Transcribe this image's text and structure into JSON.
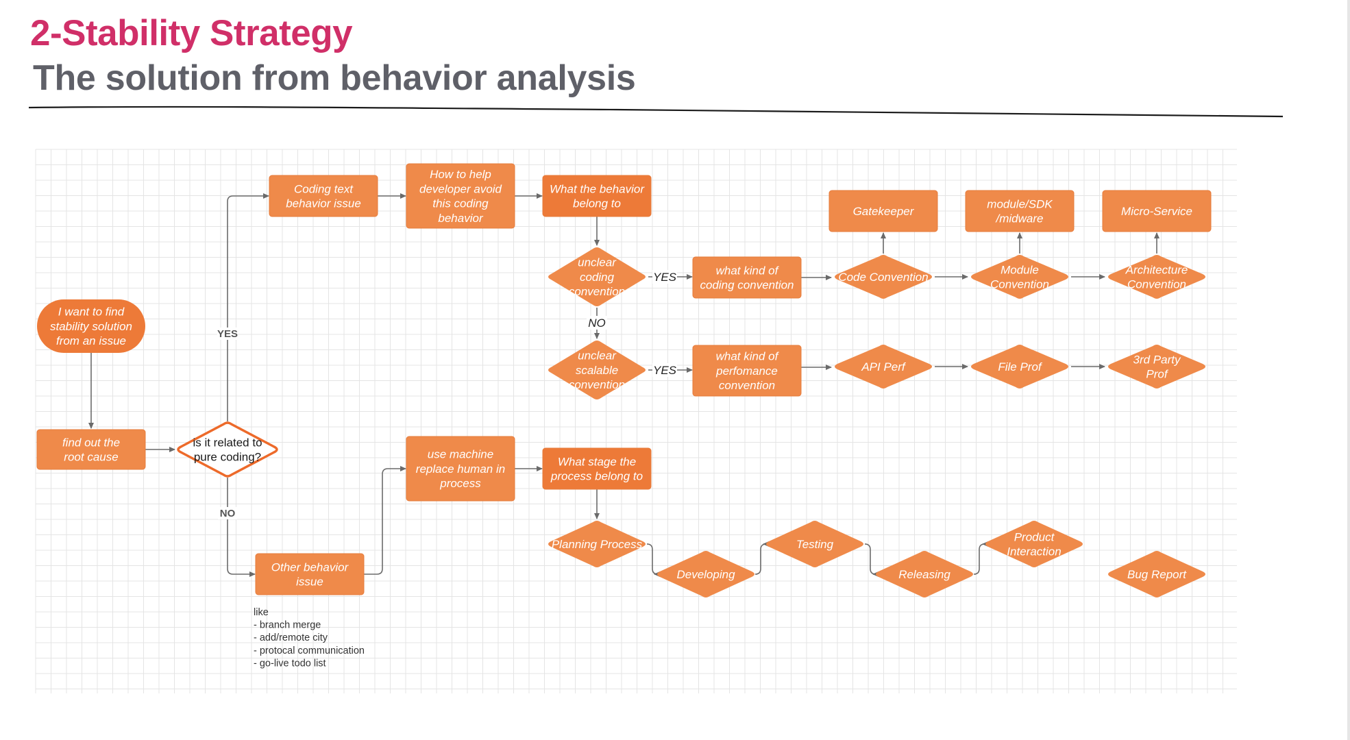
{
  "header": {
    "title": "2-Stability Strategy",
    "subtitle": "The solution from behavior analysis"
  },
  "colors": {
    "title": "#d02f68",
    "subtitle": "#5f6068",
    "node_fill": "#ef8a4a",
    "node_fill_dark": "#ed7a38",
    "start_node": "#ed7a38",
    "decision_outline": "#ed6a2a",
    "grid": "#e4e4e4",
    "connector": "#6a6a6a"
  },
  "diagram": {
    "nodes": {
      "start": [
        "I want to find",
        "stability solution",
        "from an issue"
      ],
      "root_cause": [
        "find out the",
        "root cause"
      ],
      "is_pure_coding": [
        "is it related to",
        "pure coding?"
      ],
      "coding_text_issue": [
        "Coding text",
        "behavior issue"
      ],
      "how_to_help": [
        "How to help",
        "developer avoid",
        "this coding",
        "behavior"
      ],
      "behavior_belong": [
        "What the behavior",
        "belong to"
      ],
      "unclear_coding": [
        "unclear",
        "coding",
        "convention"
      ],
      "kind_coding": [
        "what kind of",
        "coding convention"
      ],
      "code_convention": [
        "Code Convention"
      ],
      "module_convention": [
        "Module",
        "Convention"
      ],
      "architecture_convention": [
        "Architecture",
        "Convention"
      ],
      "gatekeeper": [
        "Gatekeeper"
      ],
      "module_sdk": [
        "module/SDK",
        "/midware"
      ],
      "micro_service": [
        "Micro-Service"
      ],
      "unclear_scalable": [
        "unclear",
        "scalable",
        "convention"
      ],
      "kind_perf": [
        "what kind of",
        "perfomance",
        "convention"
      ],
      "api_perf": [
        "API Perf"
      ],
      "file_prof": [
        "File Prof"
      ],
      "third_party": [
        "3rd Party",
        "Prof"
      ],
      "use_machine": [
        "use machine",
        "replace human in",
        "process"
      ],
      "what_stage": [
        "What stage the",
        "process belong to"
      ],
      "other_behavior": [
        "Other behavior",
        "issue"
      ],
      "planning": [
        "Planning Process"
      ],
      "developing": [
        "Developing"
      ],
      "testing": [
        "Testing"
      ],
      "releasing": [
        "Releasing"
      ],
      "product_interaction": [
        "Product",
        "Interaction"
      ],
      "bug_report": [
        "Bug Report"
      ]
    },
    "edge_labels": {
      "yes_upper": "YES",
      "no_lower": "NO",
      "yes_coding": "YES",
      "no_middle": "NO",
      "yes_scalable": "YES"
    },
    "note": {
      "lines": [
        "like",
        "- branch merge",
        "- add/remote city",
        "- protocal communication",
        "- go-live todo list"
      ]
    }
  }
}
